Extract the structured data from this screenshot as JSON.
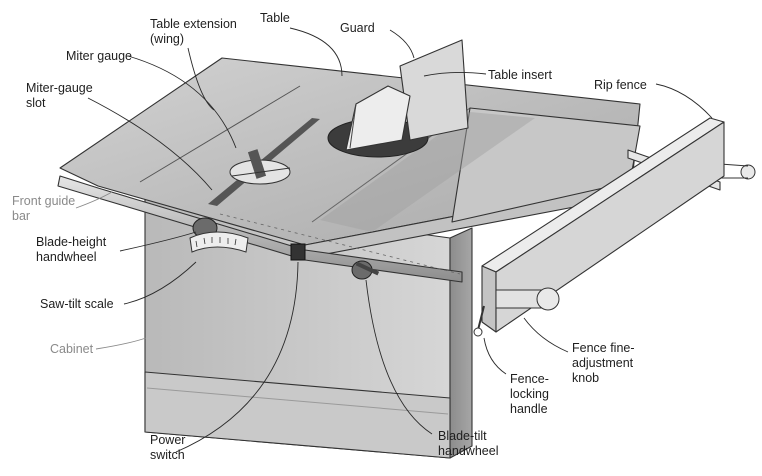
{
  "labels": {
    "table_extension": [
      "Table extension",
      "(wing)"
    ],
    "table": [
      "Table"
    ],
    "guard": [
      "Guard"
    ],
    "miter_gauge": [
      "Miter gauge"
    ],
    "table_insert": [
      "Table insert"
    ],
    "rip_fence": [
      "Rip fence"
    ],
    "miter_gauge_slot": [
      "Miter-gauge",
      "slot"
    ],
    "front_guide_bar": [
      "Front guide",
      "bar"
    ],
    "blade_height_handwheel": [
      "Blade-height",
      "handwheel"
    ],
    "saw_tilt_scale": [
      "Saw-tilt scale"
    ],
    "cabinet": [
      "Cabinet"
    ],
    "fence_fine_adjustment_knob": [
      "Fence fine-",
      "adjustment",
      "knob"
    ],
    "fence_locking_handle": [
      "Fence-",
      "locking",
      "handle"
    ],
    "power_switch": [
      "Power",
      "switch"
    ],
    "blade_tilt_handwheel": [
      "Blade-tilt",
      "handwheel"
    ]
  }
}
